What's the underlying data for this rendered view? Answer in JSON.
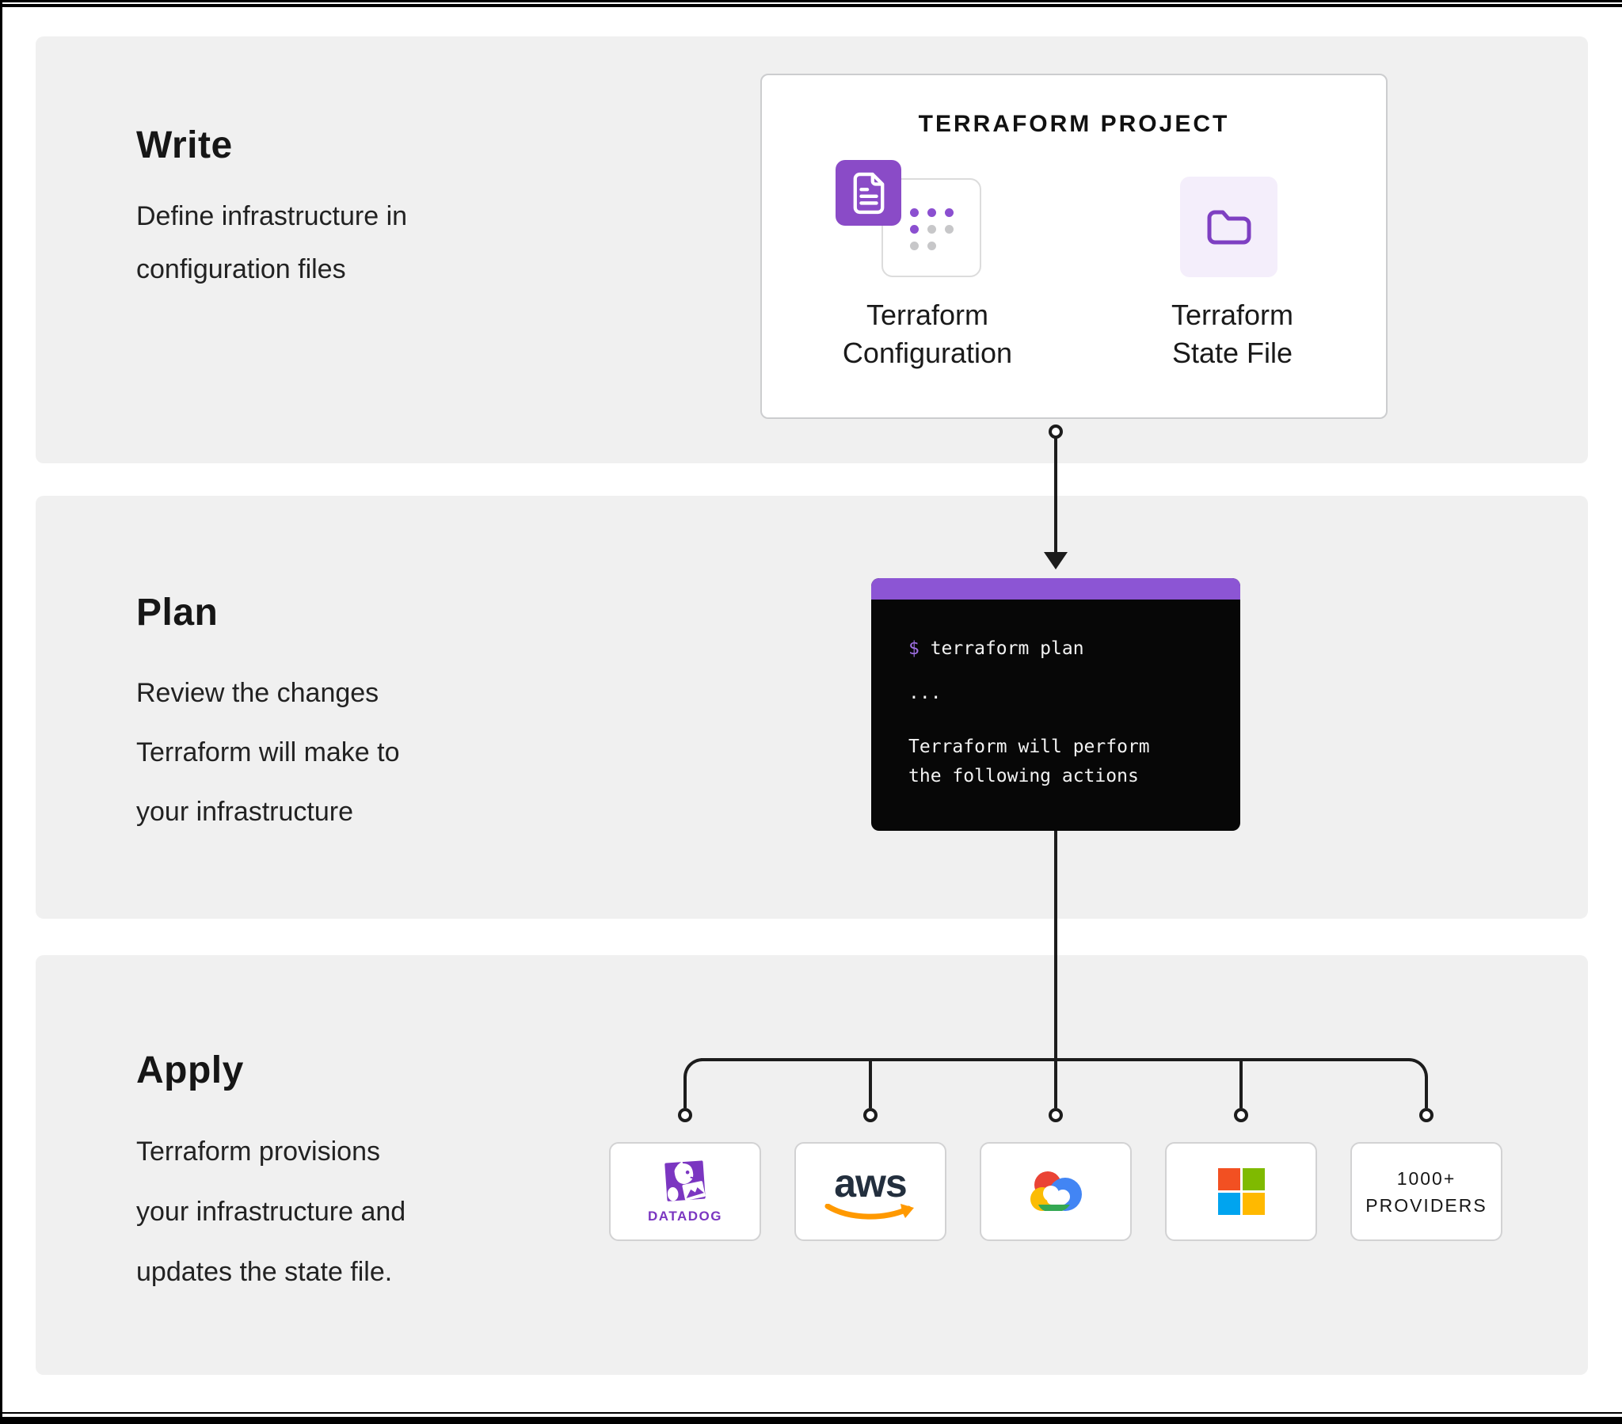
{
  "sections": {
    "write": {
      "heading": "Write",
      "lines": [
        "Define infrastructure in",
        "configuration files"
      ]
    },
    "plan": {
      "heading": "Plan",
      "lines": [
        "Review the changes",
        "Terraform will make to",
        "your infrastructure"
      ]
    },
    "apply": {
      "heading": "Apply",
      "lines": [
        "Terraform provisions",
        "your infrastructure and",
        "updates the state file."
      ]
    }
  },
  "project_card": {
    "title": "TERRAFORM PROJECT",
    "configuration": {
      "label_line1": "Terraform",
      "label_line2": "Configuration",
      "icon": "terraform-configuration-document-icon"
    },
    "state_file": {
      "label_line1": "Terraform",
      "label_line2": "State File",
      "icon": "terraform-state-folder-icon"
    }
  },
  "terminal": {
    "prompt": "$",
    "command": " terraform plan",
    "ellipsis": "...",
    "output_line1": "Terraform will perform",
    "output_line2": "the following actions"
  },
  "providers": [
    {
      "name": "Datadog",
      "wordmark": "DATADOG",
      "icon": "datadog-logo",
      "brand_color": "#7B36C1"
    },
    {
      "name": "AWS",
      "wordmark": "aws",
      "icon": "aws-logo",
      "brand_colors": [
        "#232F3E",
        "#FF9900"
      ]
    },
    {
      "name": "Google Cloud",
      "icon": "google-cloud-logo",
      "brand_colors": [
        "#EA4335",
        "#4285F4",
        "#FBBC05",
        "#34A853"
      ]
    },
    {
      "name": "Microsoft",
      "icon": "microsoft-logo",
      "brand_colors": [
        "#F25022",
        "#7FBA00",
        "#00A4EF",
        "#FFB900"
      ]
    },
    {
      "name": "1000+ Providers",
      "line1": "1000+",
      "line2": "PROVIDERS"
    }
  ],
  "colors": {
    "band_gray": "#F0F0F0",
    "terraform_purple": "#8A4BC7",
    "lavender": "#F4EEFB",
    "folder_purple": "#7E3FC2",
    "terminal_bar_purple": "#8C55D4",
    "terminal_bg": "#070707",
    "prompt_purple": "#9F6FE4",
    "connector_black": "#1C1C1C"
  }
}
